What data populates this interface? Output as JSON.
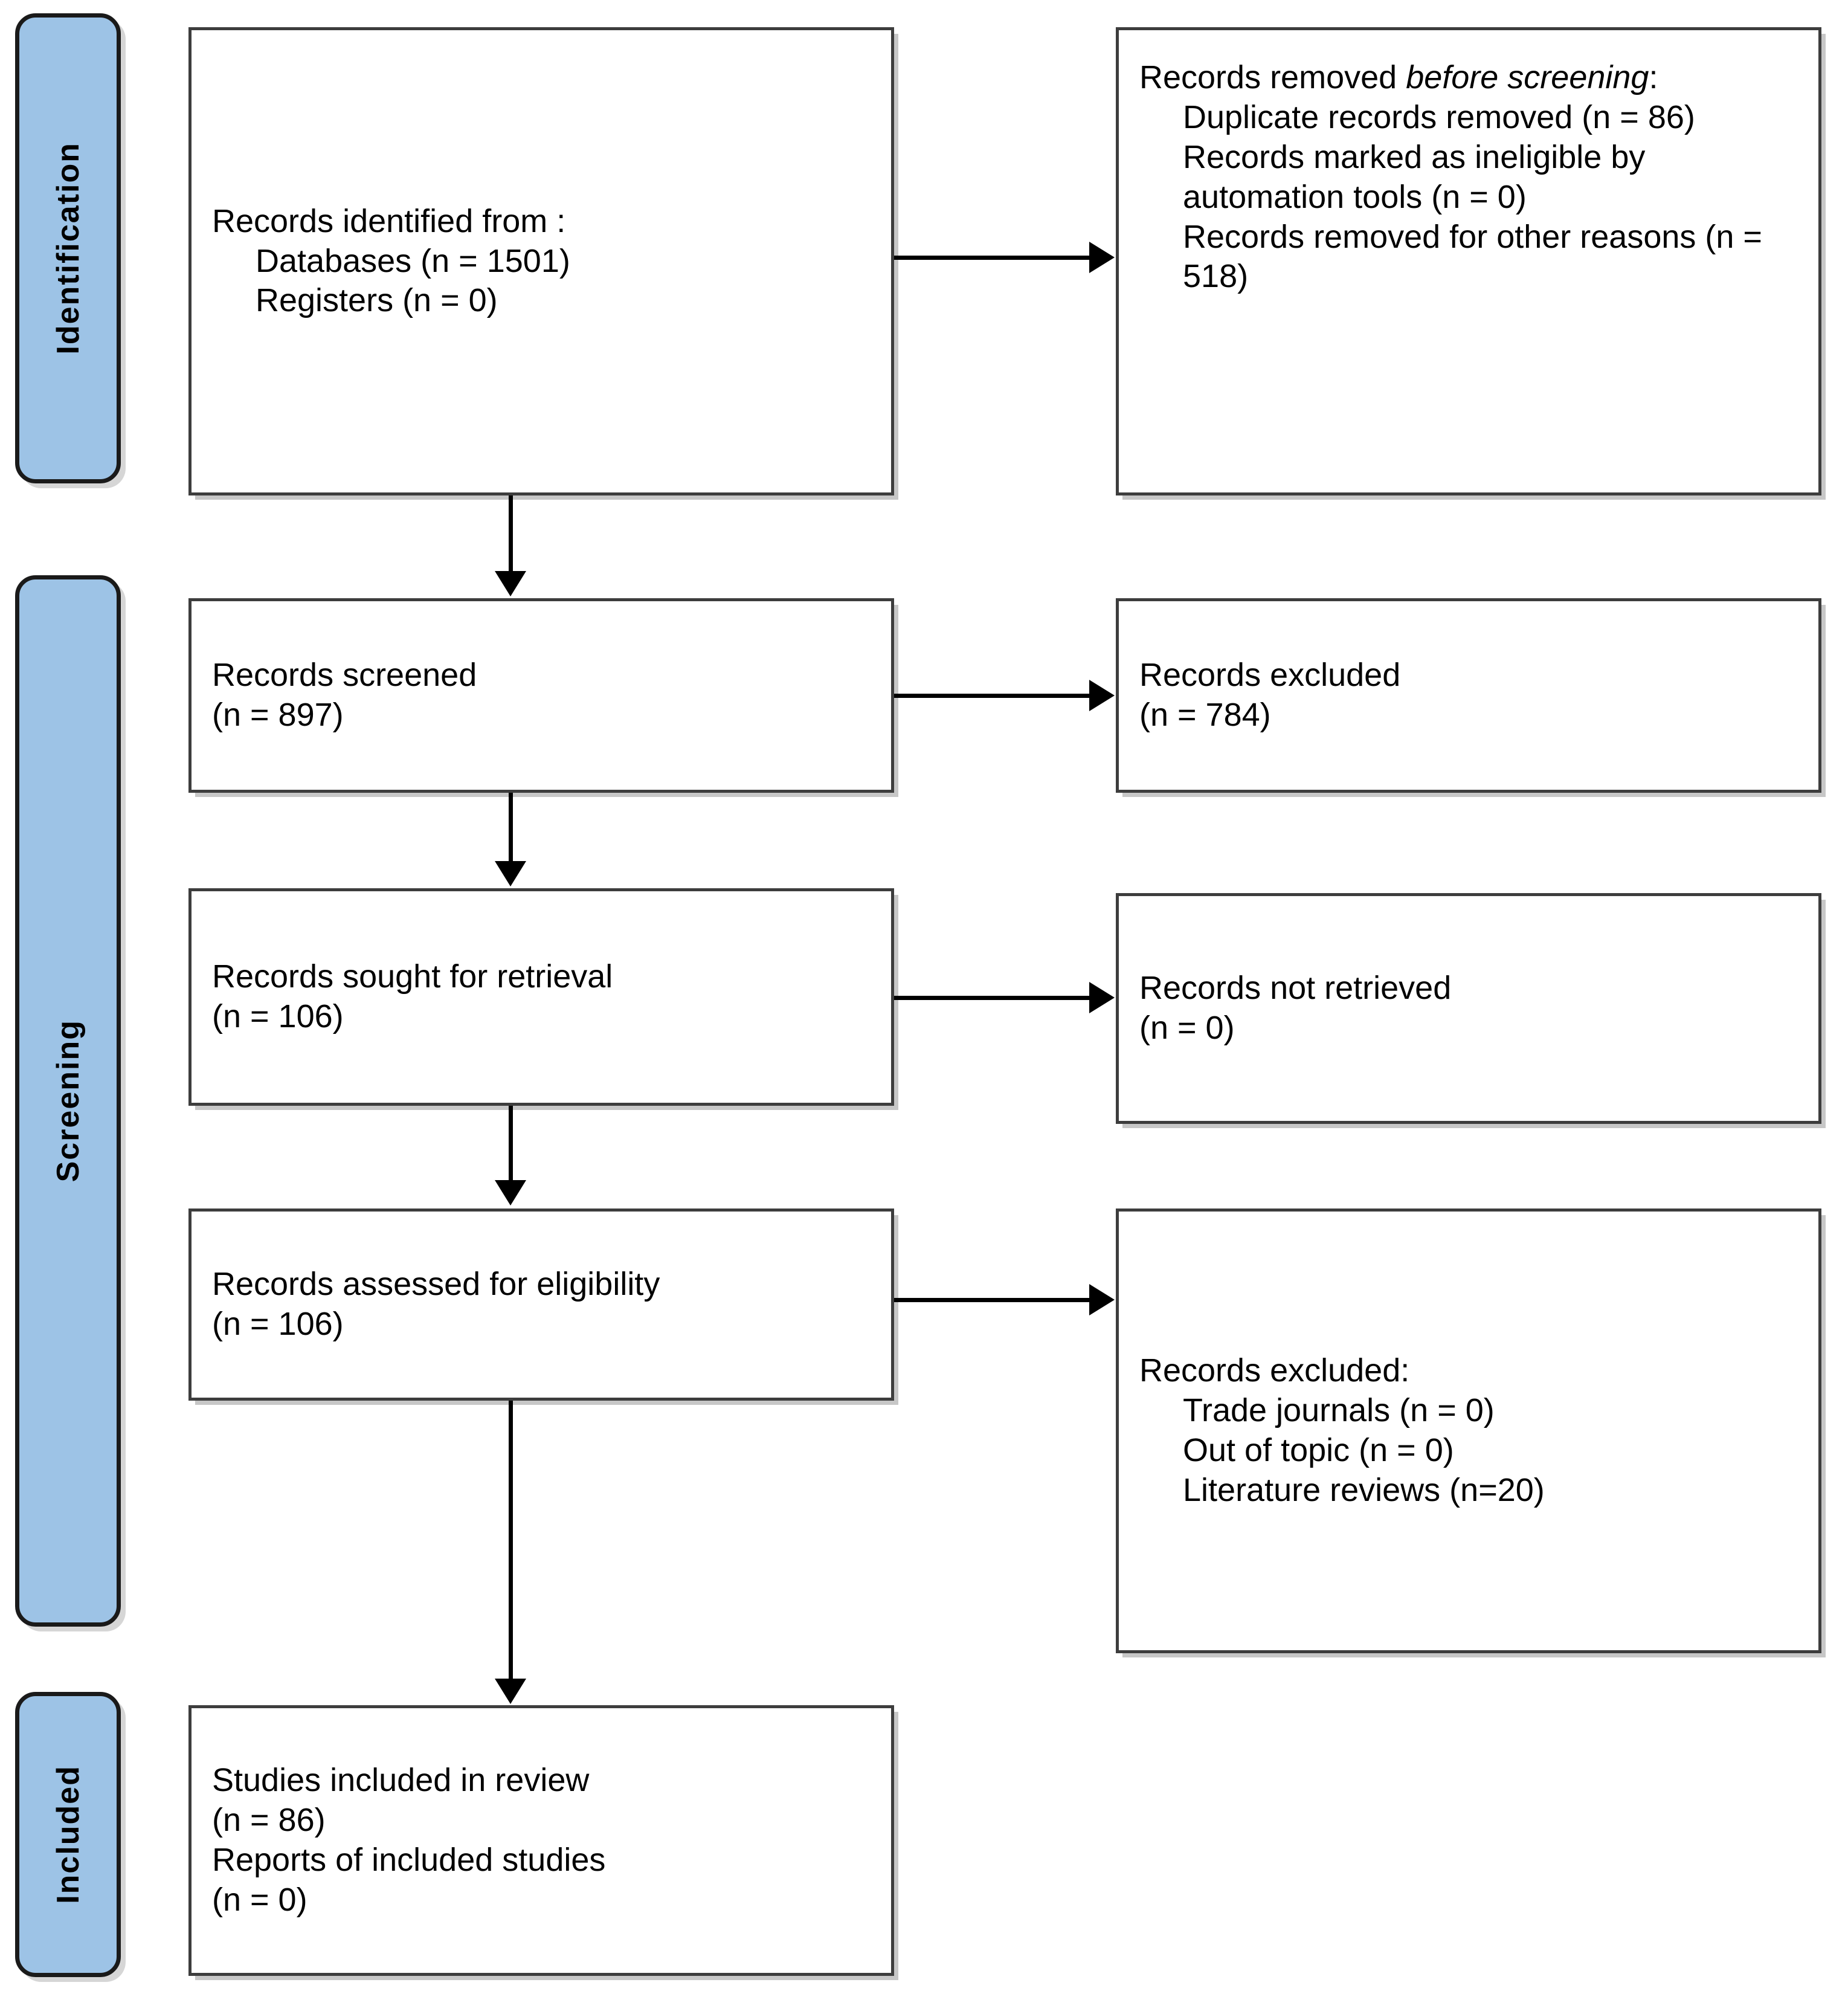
{
  "diagram": {
    "title": "PRISMA 2020 flow diagram",
    "colors": {
      "stage_bar_fill": "#9DC3E6",
      "stage_bar_border": "#1a1a1a",
      "node_border": "#3d3d3d",
      "node_fill": "#ffffff",
      "connector": "#000000"
    }
  },
  "stages": [
    {
      "id": "identification",
      "label": "Identification"
    },
    {
      "id": "screening",
      "label": "Screening"
    },
    {
      "id": "included",
      "label": "Included"
    }
  ],
  "nodes": {
    "records_identified": {
      "lines": [
        {
          "text": "Records identified from :",
          "indent": false,
          "italic": false
        },
        {
          "text": "Databases (n = 1501)",
          "indent": true,
          "italic": false
        },
        {
          "text": "Registers (n = 0)",
          "indent": true,
          "italic": false
        }
      ]
    },
    "records_removed_before_screening": {
      "lines": [
        {
          "text": "Records removed ",
          "indent": false,
          "italic": false
        },
        {
          "text": "before screening",
          "indent": false,
          "italic": true
        },
        {
          "text": "Duplicate records removed (n = 86)",
          "indent": true,
          "italic": false
        },
        {
          "text": "Records marked as ineligible by automation tools (n = 0)",
          "indent": true,
          "italic": false
        },
        {
          "text": "Records removed for other reasons (n = 518)",
          "indent": true,
          "italic": false
        }
      ]
    },
    "records_screened": {
      "lines": [
        {
          "text": "Records screened",
          "indent": false,
          "italic": false
        },
        {
          "text": "(n = 897)",
          "indent": false,
          "italic": false
        }
      ]
    },
    "records_excluded_screening": {
      "lines": [
        {
          "text": "Records excluded",
          "indent": false,
          "italic": false
        },
        {
          "text": "(n = 784)",
          "indent": false,
          "italic": false
        }
      ]
    },
    "records_sought": {
      "lines": [
        {
          "text": "Records sought for retrieval",
          "indent": false,
          "italic": false
        },
        {
          "text": "(n = 106)",
          "indent": false,
          "italic": false
        }
      ]
    },
    "records_not_retrieved": {
      "lines": [
        {
          "text": "Records not retrieved",
          "indent": false,
          "italic": false
        },
        {
          "text": "(n = 0)",
          "indent": false,
          "italic": false
        }
      ]
    },
    "records_assessed": {
      "lines": [
        {
          "text": "Records assessed for eligibility",
          "indent": false,
          "italic": false
        },
        {
          "text": "(n = 106)",
          "indent": false,
          "italic": false
        }
      ]
    },
    "records_excluded_eligibility": {
      "lines": [
        {
          "text": "Records excluded:",
          "indent": false,
          "italic": false
        },
        {
          "text": "Trade journals (n = 0)",
          "indent": true,
          "italic": false
        },
        {
          "text": "Out of topic (n = 0)",
          "indent": true,
          "italic": false
        },
        {
          "text": "Literature reviews (n=20)",
          "indent": true,
          "italic": false
        }
      ]
    },
    "studies_included": {
      "lines": [
        {
          "text": "Studies included in review",
          "indent": false,
          "italic": false
        },
        {
          "text": "(n = 86)",
          "indent": false,
          "italic": false
        },
        {
          "text": "Reports of included studies",
          "indent": false,
          "italic": false
        },
        {
          "text": "(n = 0)",
          "indent": false,
          "italic": false
        }
      ]
    }
  },
  "connectors": [
    {
      "id": "identified-to-removed",
      "type": "horizontal-arrow"
    },
    {
      "id": "identified-to-screened",
      "type": "vertical-arrow"
    },
    {
      "id": "screened-to-excluded",
      "type": "horizontal-arrow"
    },
    {
      "id": "screened-to-sought",
      "type": "vertical-arrow"
    },
    {
      "id": "sought-to-not-retrieved",
      "type": "horizontal-arrow"
    },
    {
      "id": "sought-to-assessed",
      "type": "vertical-arrow"
    },
    {
      "id": "assessed-to-excluded",
      "type": "horizontal-arrow"
    },
    {
      "id": "assessed-to-included",
      "type": "vertical-arrow"
    }
  ]
}
